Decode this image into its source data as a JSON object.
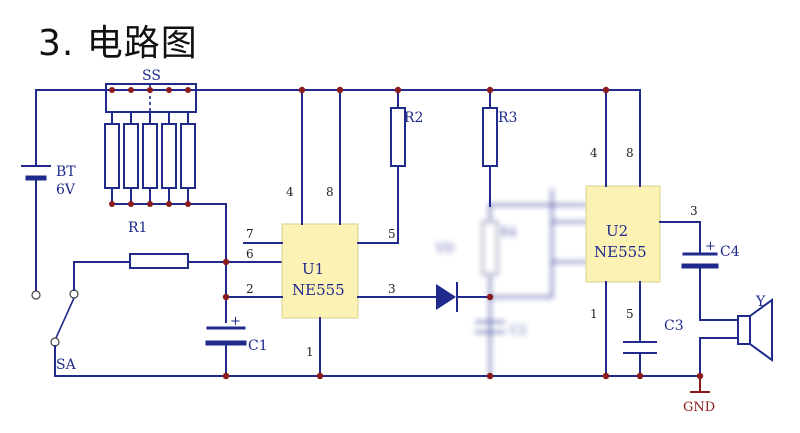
{
  "title": "3. 电路图",
  "labels": {
    "ss": "SS",
    "r1": "R1",
    "r2": "R2",
    "r3": "R3",
    "bt": "BT",
    "bt_voltage": "6V",
    "sa": "SA",
    "c1": "C1",
    "c2": "C2",
    "c3": "C3",
    "c4": "C4",
    "vd": "VD",
    "u1": "U1",
    "u1_type": "NE555",
    "u2": "U2",
    "u2_type": "NE555",
    "speaker": "Y",
    "gnd": "GND",
    "r4": "R4"
  },
  "pins": {
    "u1_p4": "4",
    "u1_p8": "8",
    "u1_p7": "7",
    "u1_p6": "6",
    "u1_p2": "2",
    "u1_p5": "5",
    "u1_p3": "3",
    "u1_p1": "1",
    "u2_p4": "4",
    "u2_p8": "8",
    "u2_p3": "3",
    "u2_p1": "1",
    "u2_p5": "5"
  },
  "plus": "+",
  "colors": {
    "wire": "#1f2a8c",
    "node": "#8b1a1a",
    "chip": "#fbf2b4"
  }
}
